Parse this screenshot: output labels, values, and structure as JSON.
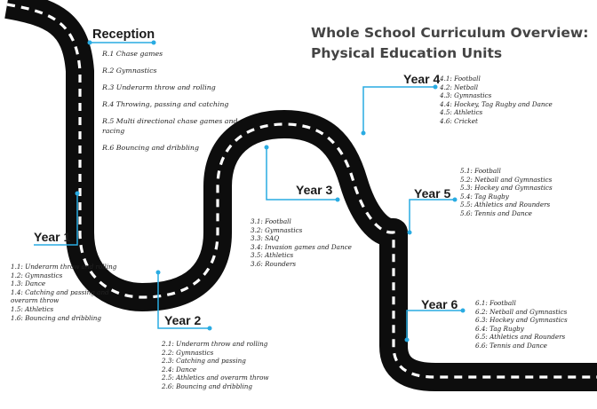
{
  "title_line1": "Whole School Curriculum Overview:",
  "title_line2": "Physical Education Units",
  "reception": {
    "heading": "Reception",
    "items": [
      "R.1 Chase games",
      "R.2 Gymnastics",
      "R.3 Underarm throw and rolling",
      "R.4 Throwing, passing and catching",
      "R.5 Multi directional chase games and racing",
      "R.6 Bouncing and dribbling"
    ]
  },
  "year1": {
    "heading": "Year 1",
    "items": [
      "1.1: Underarm throw and rolling",
      "1.2: Gymnastics",
      "1.3: Dance",
      "1.4: Catching and passing and overarm throw",
      "1.5: Athletics",
      "1.6: Bouncing and dribbling"
    ]
  },
  "year2": {
    "heading": "Year 2",
    "items": [
      "2.1: Underarm throw and rolling",
      "2.2: Gymnastics",
      "2.3: Catching and passing",
      "2.4: Dance",
      "2.5: Athletics and overarm throw",
      "2.6: Bouncing and dribbling"
    ]
  },
  "year3": {
    "heading": "Year 3",
    "items": [
      "3.1: Football",
      "3.2: Gymnastics",
      "3.3: SAQ",
      "3.4: Invasion games and Dance",
      "3.5: Athletics",
      "3.6: Rounders"
    ]
  },
  "year4": {
    "heading": "Year 4",
    "items": [
      "4.1: Football",
      "4.2: Netball",
      "4.3: Gymnastics",
      "4.4: Hockey, Tag Rugby and Dance",
      "4.5: Athletics",
      "4.6: Cricket"
    ]
  },
  "year5": {
    "heading": "Year 5",
    "items": [
      "5.1: Football",
      "5.2: Netball and Gymnastics",
      "5.3: Hockey and Gymnastics",
      "5.4: Tag Rugby",
      "5.5: Athletics and Rounders",
      "5.6: Tennis and Dance"
    ]
  },
  "year6": {
    "heading": "Year 6",
    "items": [
      "6.1: Football",
      "6.2: Netball and Gymnastics",
      "6.3: Hockey and Gymnastics",
      "6.4: Tag Rugby",
      "6.5: Athletics and Rounders",
      "6.6: Tennis and Dance"
    ]
  },
  "colors": {
    "road": "#0d0d0d",
    "lane": "#ffffff",
    "marker": "#29abe2",
    "title": "#444444"
  }
}
